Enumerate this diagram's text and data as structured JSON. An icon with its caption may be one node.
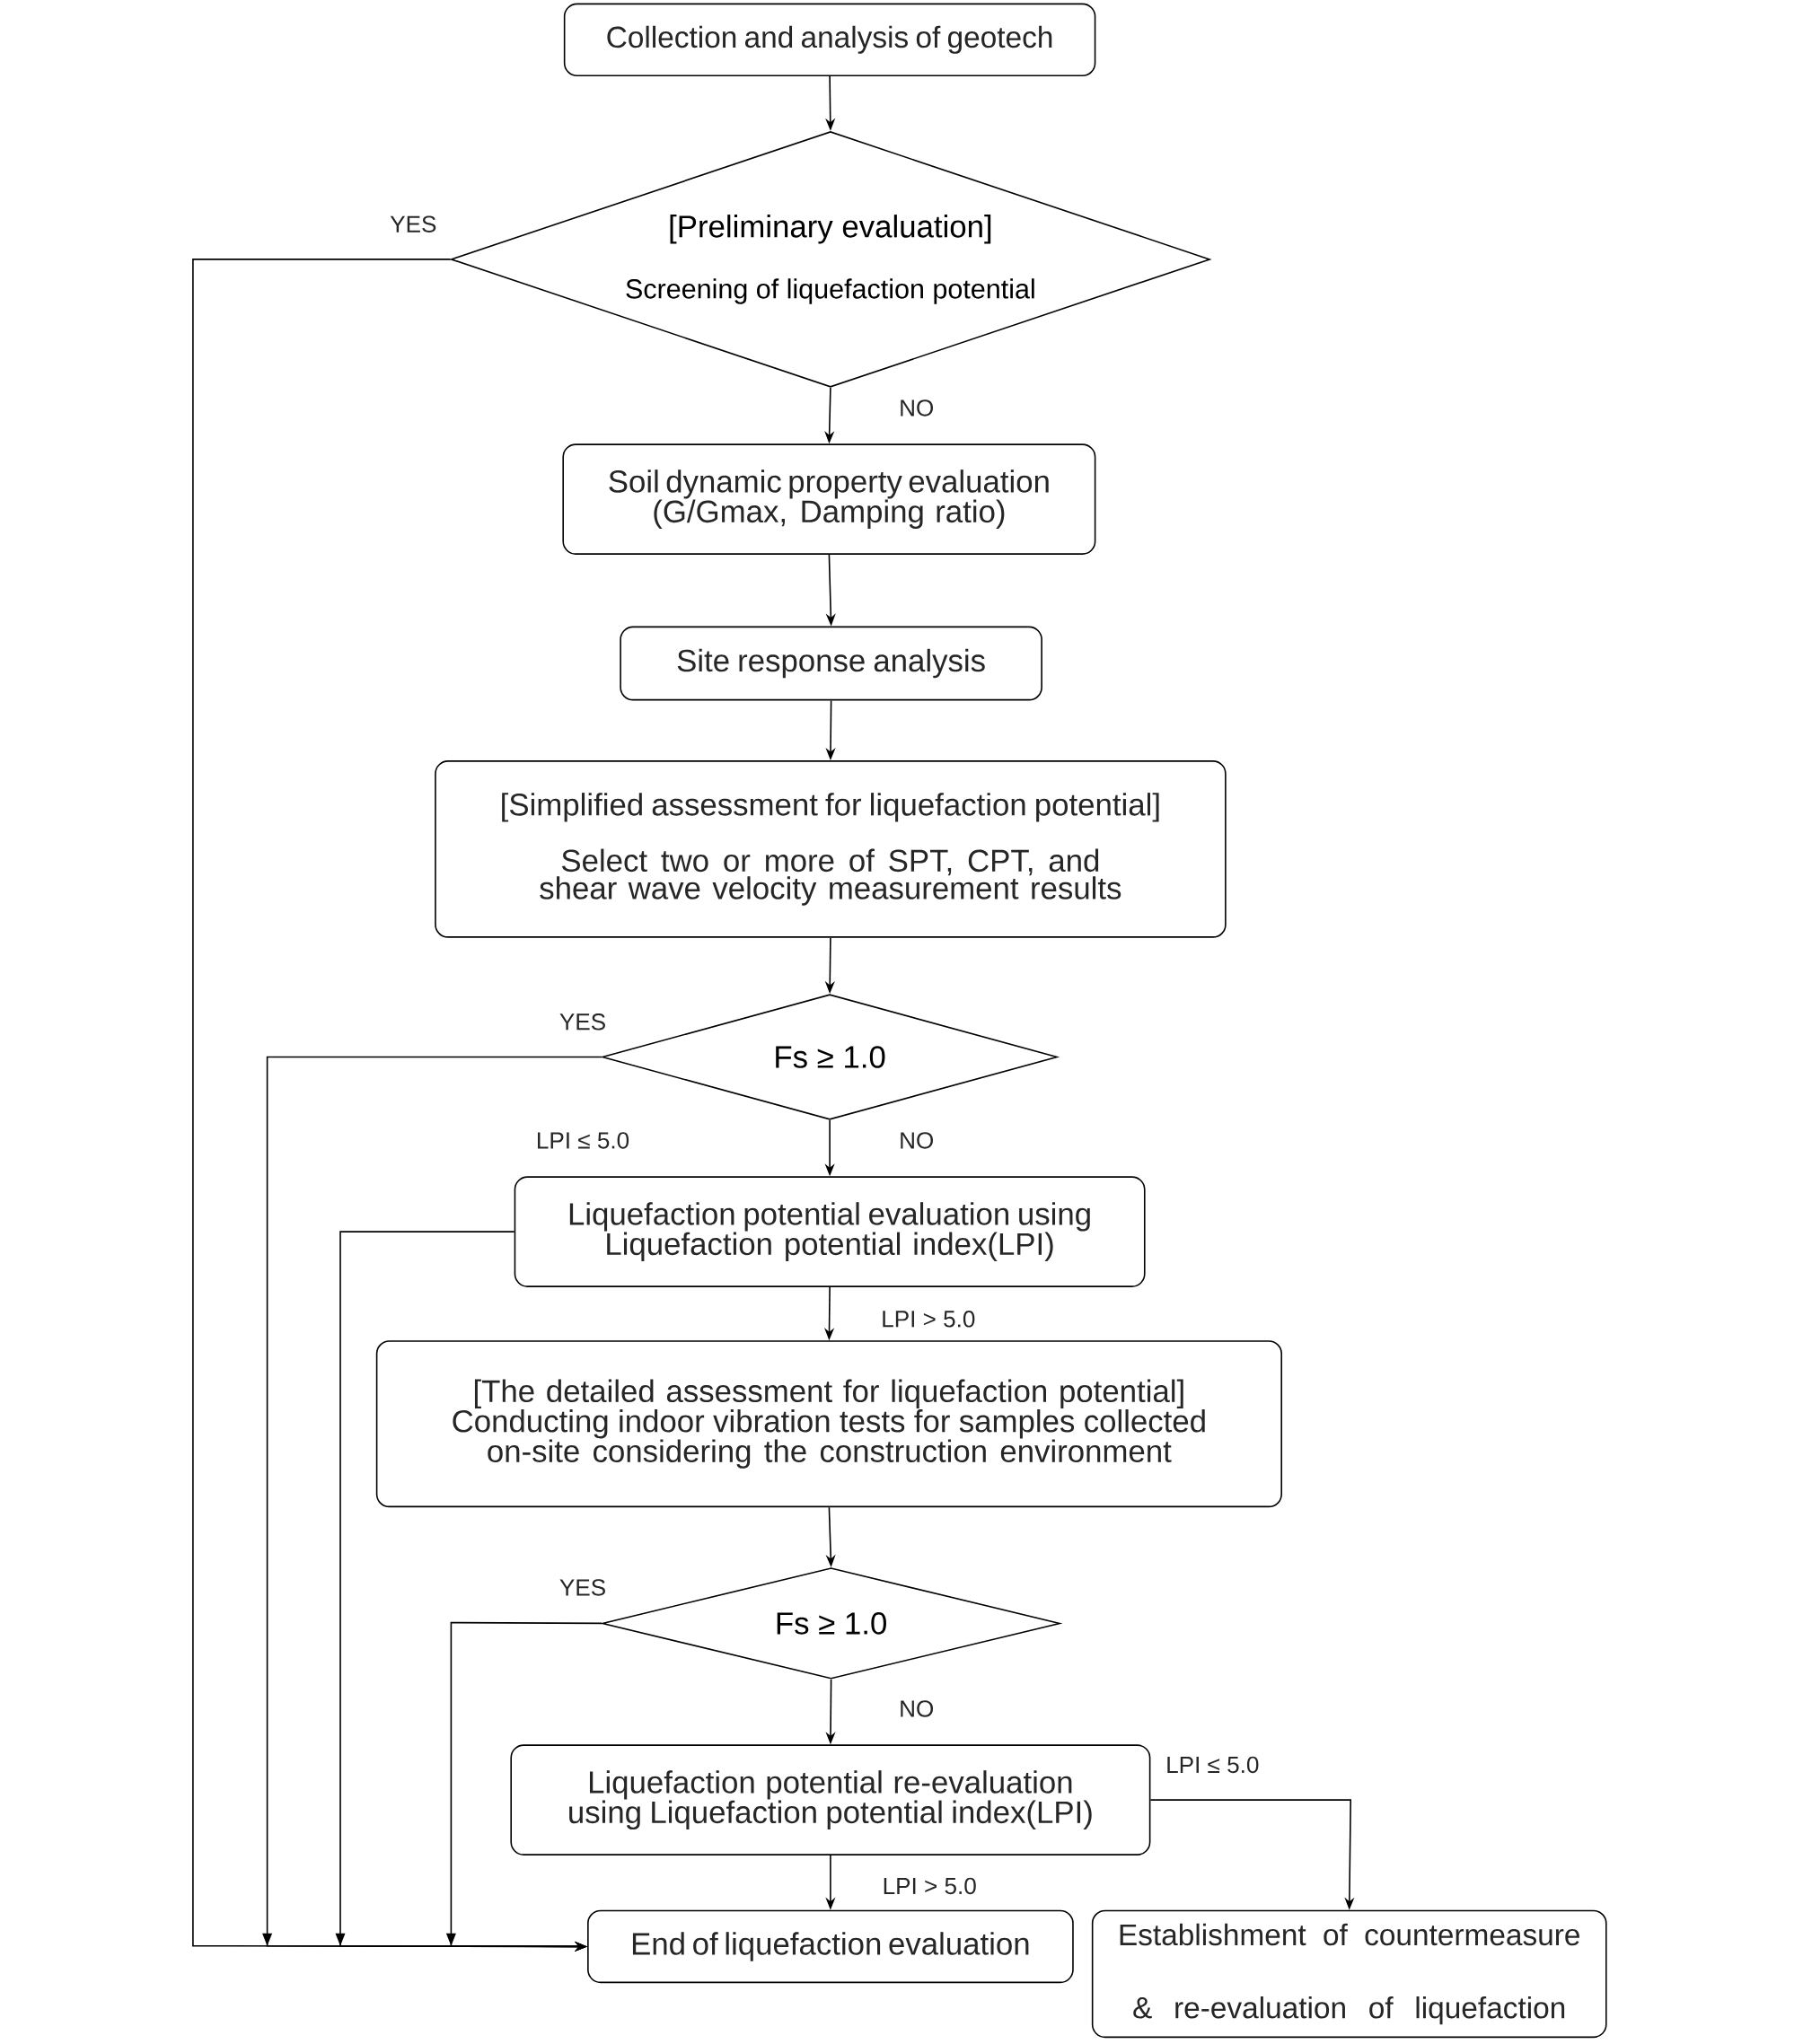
{
  "diagram": {
    "nodes": [
      {
        "text": [
          "Collection and analysis of geotech"
        ]
      },
      {
        "text": [
          "[Preliminary evaluation]",
          "Screening of liquefaction potential"
        ]
      },
      {
        "text": [
          "Soil dynamic property evaluation (G/Gmax, Damping ratio)"
        ]
      },
      {
        "text": [
          "Site response analysis"
        ]
      },
      {
        "text": [
          "[Simplified assessment for liquefaction potential]",
          "Select two or more of SPT, CPT, and shear wave velocity measurement results"
        ]
      },
      {
        "text": [
          "Fs  ≥ 1.0"
        ]
      },
      {
        "text": [
          "Liquefaction potential evaluation using Liquefaction potential index(LPI)"
        ]
      },
      {
        "text": [
          "[The detailed assessment for liquefaction potential]",
          "Conducting indoor vibration tests for samples collected on-site considering the construction environment"
        ]
      },
      {
        "text": [
          "Fs  ≥ 1.0"
        ]
      },
      {
        "text": [
          "Liquefaction potential re-evaluation using Liquefaction potential index(LPI)"
        ]
      },
      {
        "text": [
          "End of liquefaction evaluation"
        ]
      },
      {
        "text": [
          "Establishment of countermeasure & re-evaluation of liquefaction"
        ]
      }
    ],
    "edges": [
      {
        "from": 0,
        "to": 1,
        "arrow": "to"
      },
      {
        "from": 1,
        "to": 2,
        "arrow": "to",
        "label": "NO"
      },
      {
        "from": 1,
        "to": 10,
        "arrow": "to",
        "label": "YES"
      },
      {
        "from": 2,
        "to": 3,
        "arrow": "to"
      },
      {
        "from": 3,
        "to": 4,
        "arrow": "to"
      },
      {
        "from": 4,
        "to": 5,
        "arrow": "to"
      },
      {
        "from": 5,
        "to": 6,
        "arrow": "to",
        "label": "NO"
      },
      {
        "from": 5,
        "to": 10,
        "arrow": "to",
        "label": "YES"
      },
      {
        "from": 6,
        "to": 7,
        "arrow": "to",
        "label": "LPI  >  5.0"
      },
      {
        "from": 6,
        "to": 10,
        "arrow": "to",
        "label": "LPI ≤ 5.0"
      },
      {
        "from": 7,
        "to": 8,
        "arrow": "to"
      },
      {
        "from": 8,
        "to": 9,
        "arrow": "to",
        "label": "NO"
      },
      {
        "from": 8,
        "to": 10,
        "arrow": "to",
        "label": "YES"
      },
      {
        "from": 9,
        "to": 10,
        "arrow": "to",
        "label": "LPI  >  5.0"
      },
      {
        "from": 9,
        "to": 11,
        "arrow": "to",
        "label": "LPI ≤ 5.0"
      }
    ]
  }
}
